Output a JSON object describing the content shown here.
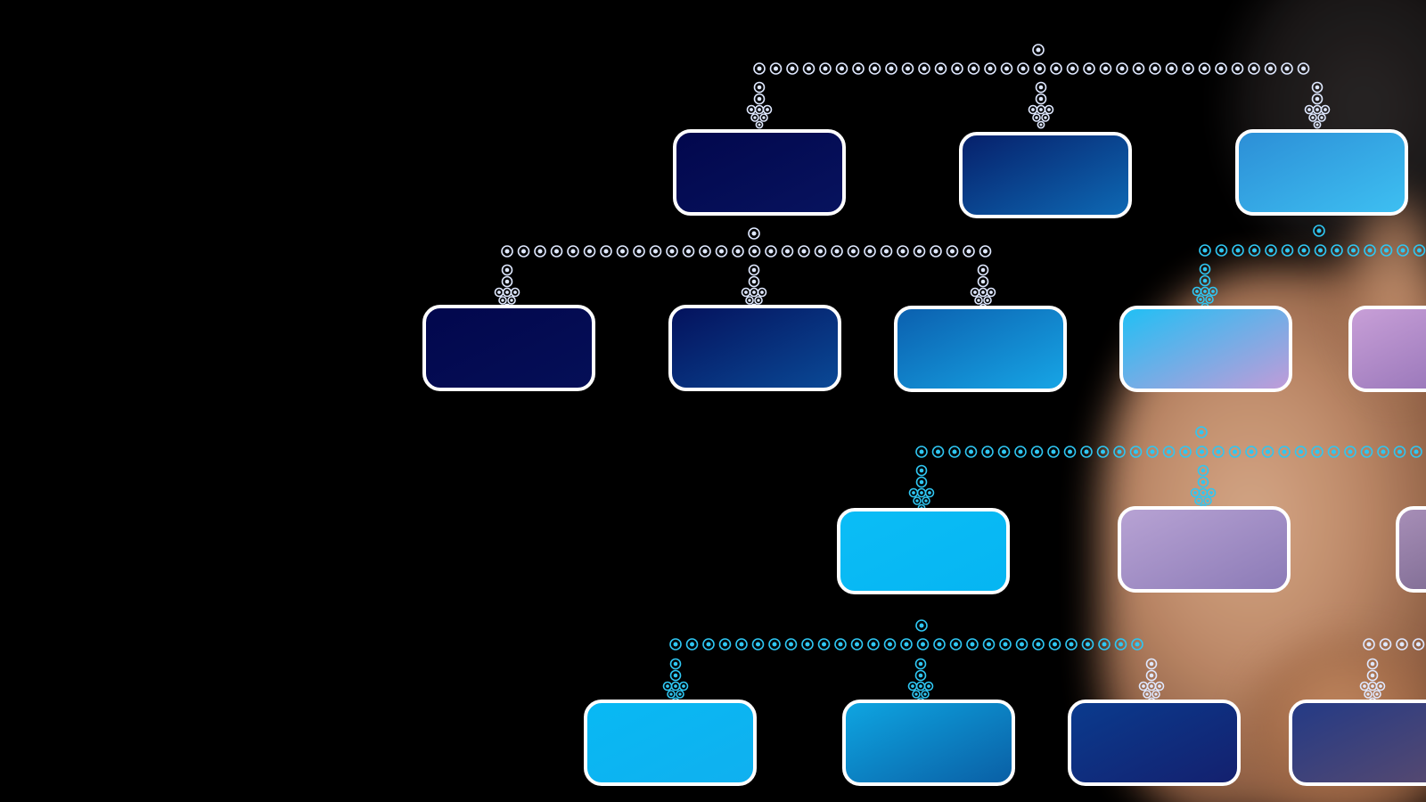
{
  "colors": {
    "background": "#000000",
    "box_border": "#ffffff",
    "navy": "#02064a",
    "dark_blue": "#0a2f84",
    "mid_blue": "#0b79c6",
    "sky_blue": "#02b7f2",
    "cyan": "#19bff2",
    "lavender": "#b79bd8",
    "connector_light": "#dfe8ff",
    "connector_cyan": "#2fc6f2"
  },
  "icons": {
    "connector_dot": "ring-dot-icon",
    "connector_arrow": "dotted-arrow-icon"
  },
  "boxes": [
    {
      "id": "r1-left",
      "fill": [
        "#02074d",
        "#07135e"
      ]
    },
    {
      "id": "r1-mid",
      "fill": [
        "#061f6a",
        "#0e6ab5"
      ]
    },
    {
      "id": "r1-right",
      "fill": [
        "#2c8ed6",
        "#3ec0f2"
      ]
    },
    {
      "id": "r2-a",
      "fill": [
        "#02074d",
        "#050f57"
      ]
    },
    {
      "id": "r2-b",
      "fill": [
        "#04115c",
        "#0a4a97"
      ]
    },
    {
      "id": "r2-c",
      "fill": [
        "#0b5fae",
        "#17a6e6"
      ]
    },
    {
      "id": "r2-d",
      "fill": [
        "#1ec0f5",
        "#c39bd8"
      ]
    },
    {
      "id": "r2-e",
      "fill": [
        "#c9a0d8",
        "#8a6ab0"
      ]
    },
    {
      "id": "r3-a",
      "fill": [
        "#0bbdf6",
        "#06b5f2"
      ]
    },
    {
      "id": "r3-b",
      "fill": [
        "#b8a3d4",
        "#8b7ab6"
      ]
    },
    {
      "id": "r3-c",
      "fill": [
        "#a88fb8",
        "#6a5a80"
      ]
    },
    {
      "id": "r4-a",
      "fill": [
        "#08b9f4",
        "#10b0ef"
      ]
    },
    {
      "id": "r4-b",
      "fill": [
        "#0ea6e2",
        "#0a5ea4"
      ]
    },
    {
      "id": "r4-c",
      "fill": [
        "#0a3b8e",
        "#14206e"
      ]
    },
    {
      "id": "r4-d",
      "fill": [
        "#233a86",
        "#5a4a6e"
      ]
    }
  ]
}
